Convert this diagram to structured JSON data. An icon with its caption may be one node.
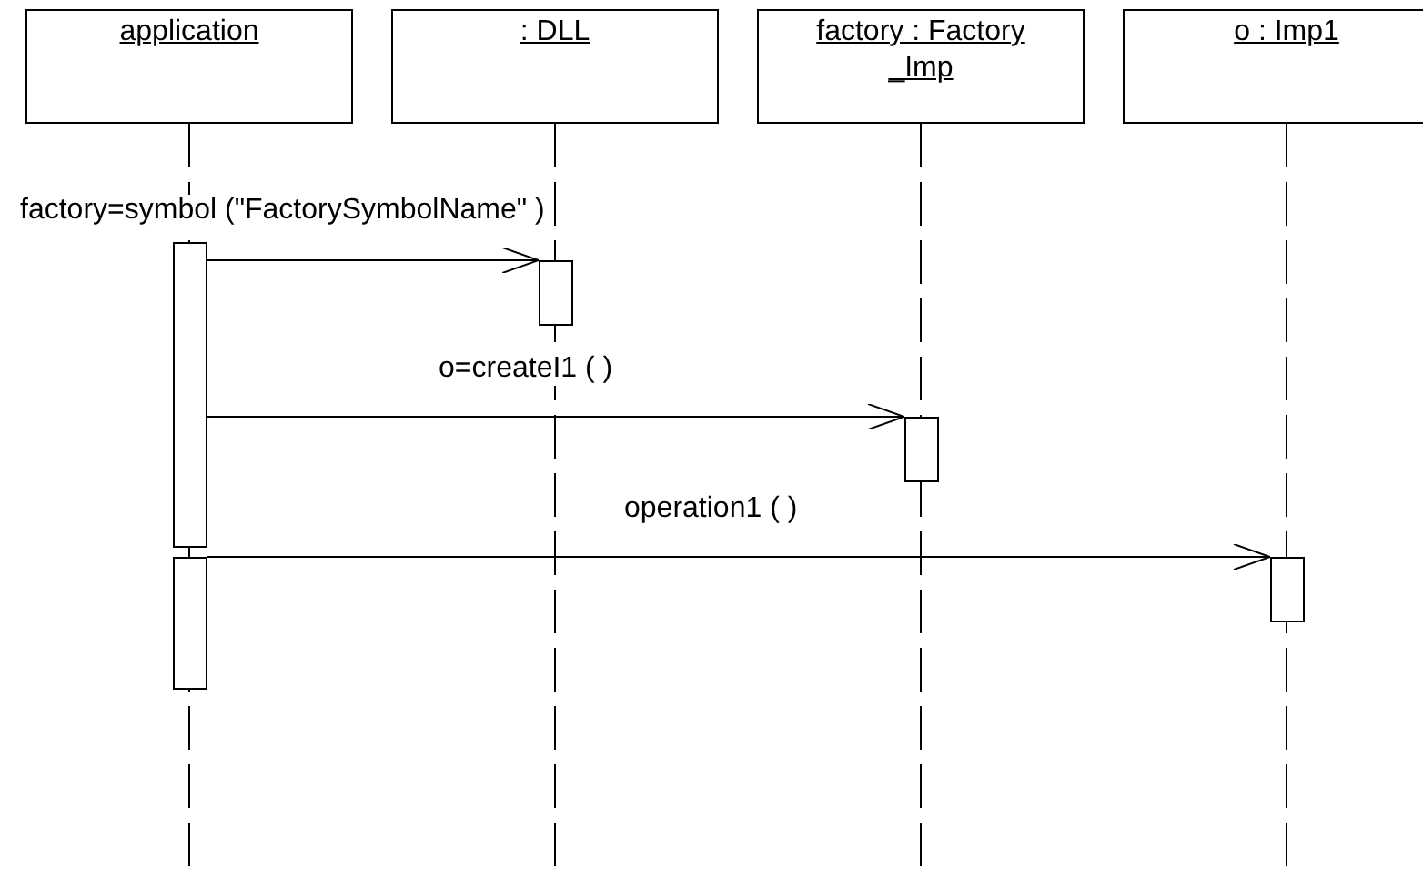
{
  "diagram": {
    "nodes": [
      {
        "text": [
          "application"
        ]
      },
      {
        "text": [
          ": DLL"
        ]
      },
      {
        "text": [
          "factory : Factory _Imp"
        ]
      },
      {
        "text": [
          "o : Imp1"
        ]
      },
      {
        "text": [],
        "shape": "bar"
      },
      {
        "text": [],
        "shape": "bar"
      },
      {
        "text": [],
        "shape": "bar"
      },
      {
        "text": [],
        "shape": "bar"
      },
      {
        "text": [],
        "shape": "bar"
      }
    ],
    "edges": [
      {
        "from": 4,
        "to": 5,
        "arrow": "to",
        "label": "factory=symbol (\"FactorySymbolName\" )"
      },
      {
        "from": 4,
        "to": 6,
        "arrow": "to",
        "label": "o=createI1 ( )"
      },
      {
        "from": 7,
        "to": 8,
        "arrow": "to",
        "label": "operation1 ( )"
      }
    ]
  }
}
